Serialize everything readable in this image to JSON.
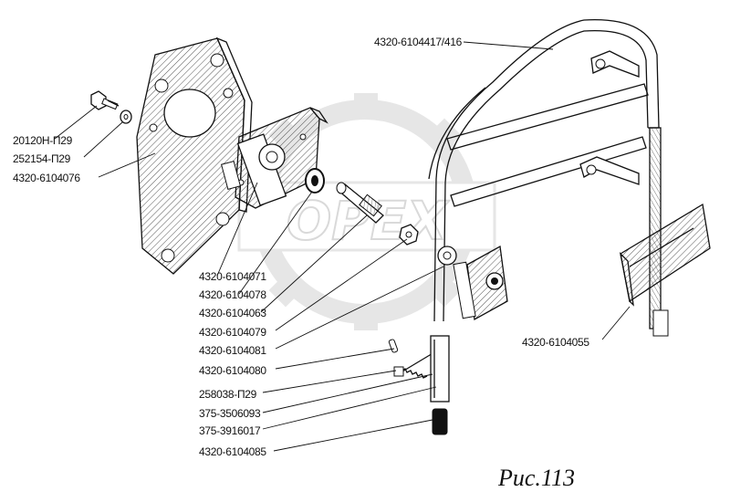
{
  "watermark": {
    "text": "ОРЕХ"
  },
  "figure_caption": "Рис.113",
  "part_labels": {
    "frame": "4320-6104417/416",
    "bolt": "20120Н-П29",
    "washer": "252154-П29",
    "plate": "4320-6104076",
    "p071": "4320-6104071",
    "p078": "4320-6104078",
    "p063": "4320-6104063",
    "p079": "4320-6104079",
    "p081": "4320-6104081",
    "p080": "4320-6104080",
    "p258": "258038-П29",
    "p093": "375-3506093",
    "p017": "375-3916017",
    "p085": "4320-6104085",
    "p055": "4320-6104055"
  }
}
